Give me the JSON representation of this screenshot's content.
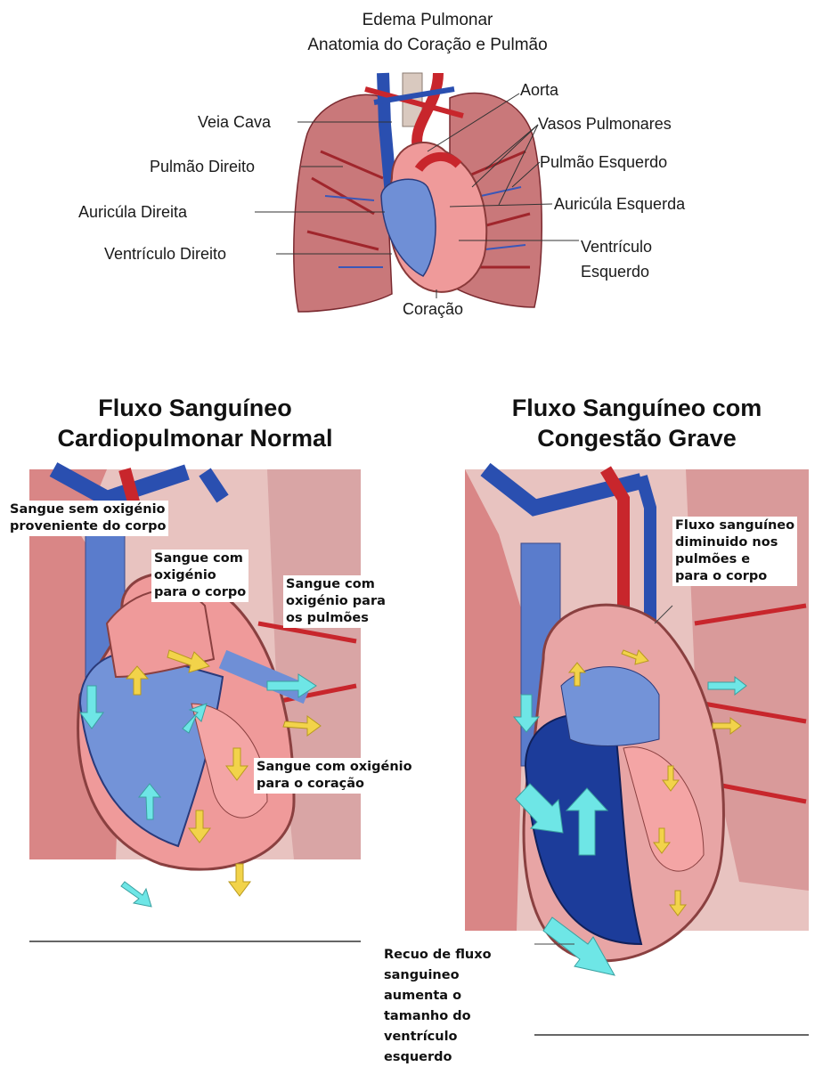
{
  "top": {
    "title_line1": "Edema Pulmonar",
    "title_line2": "Anatomia do Coração e Pulmão",
    "labels": {
      "veia_cava": "Veia Cava",
      "pulmao_direito": "Pulmão Direito",
      "auricula_direita": "Auricúla Direita",
      "ventriculo_direito": "Ventrículo Direito",
      "aorta": "Aorta",
      "vasos_pulmonares": "Vasos Pulmonares",
      "pulmao_esquerdo": "Pulmão Esquerdo",
      "auricula_esquerda": "Auricúla Esquerda",
      "ventriculo_esquerdo_1": "Ventrículo",
      "ventriculo_esquerdo_2": "Esquerdo",
      "coracao": "Coração"
    }
  },
  "left_panel": {
    "title_line1": "Fluxo Sanguíneo",
    "title_line2": "Cardiopulmonar Normal",
    "notes": {
      "sem_oxigenio": [
        "Sangue sem oxigénio",
        "proveniente do corpo"
      ],
      "com_oxigenio_corpo": [
        "Sangue com",
        "oxigénio",
        "para o corpo"
      ],
      "com_oxigenio_pulmoes": [
        "Sangue com",
        "oxigénio para",
        "os pulmões"
      ],
      "com_oxigenio_coracao": [
        "Sangue com oxigénio",
        "para o coração"
      ]
    }
  },
  "right_panel": {
    "title_line1": "Fluxo Sanguíneo com",
    "title_line2": "Congestão Grave",
    "notes": {
      "fluxo_diminuido": [
        "Fluxo sanguíneo",
        "diminuido nos",
        "pulmões e",
        "para o corpo"
      ],
      "recuo": [
        "Recuo de fluxo",
        "sanguineo",
        "aumenta o",
        "tamanho do",
        "ventrículo",
        "esquerdo"
      ]
    }
  },
  "colors": {
    "lung": "#c9787a",
    "vessel_red": "#c8262c",
    "vessel_blue": "#2a4fb0",
    "heart_pink": "#ef9a9a",
    "heart_blue": "#6f8fd6",
    "dark_blue": "#1c3c9a",
    "arrow_cyan": "#6ee6e6",
    "arrow_yellow": "#f2d34a"
  }
}
